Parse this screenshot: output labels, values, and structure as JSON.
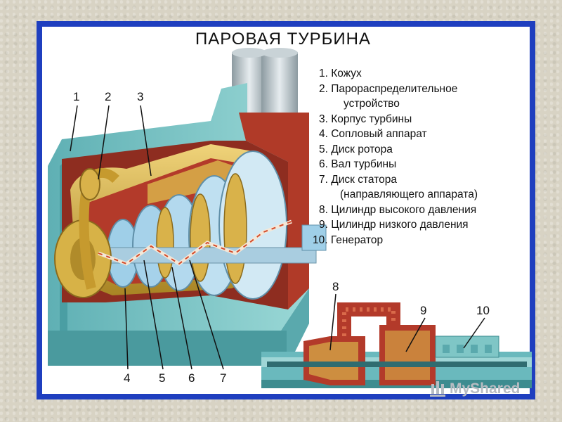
{
  "title": "ПАРОВАЯ ТУРБИНА",
  "legend": [
    "1. Кожух",
    "2. Парораспределительное",
    "устройство",
    "3. Корпус турбины",
    "4. Сопловый аппарат",
    "5. Диск ротора",
    "6. Вал турбины",
    "7. Диск статора",
    "(направляющего аппарата)",
    "8. Цилиндр высокого давления",
    "9. Цилиндр низкого давления",
    "10. Генератор"
  ],
  "callouts": [
    "1",
    "2",
    "3",
    "4",
    "5",
    "6",
    "7",
    "8",
    "9",
    "10"
  ],
  "watermark": "MyShared",
  "colors": {
    "frame": "#1f3fbf",
    "casing": "#7fc6c6",
    "gold": "#d9b24a",
    "red": "#b33a2a",
    "blades": "#9fcfe8"
  }
}
